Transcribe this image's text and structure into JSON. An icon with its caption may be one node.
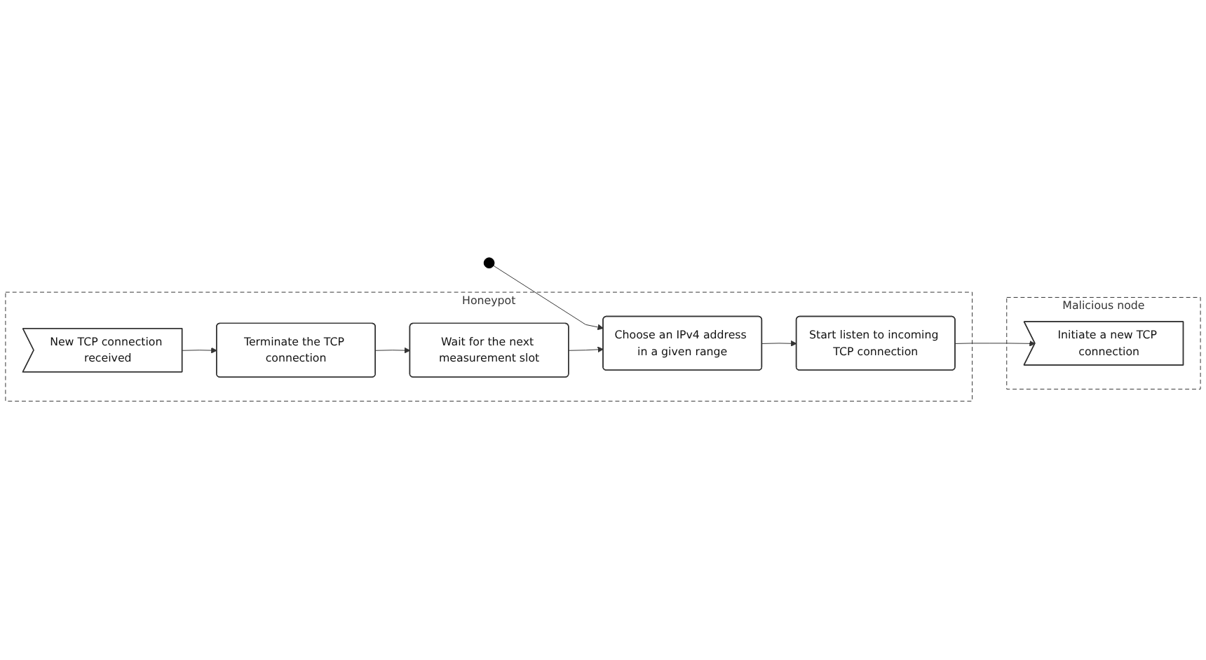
{
  "diagram": {
    "nodes": [
      {
        "text": [
          "Malicious node"
        ]
      },
      {
        "text": [
          "Initiate a new TCP connection"
        ],
        "in": 0
      },
      {
        "text": [
          "Honeypot"
        ]
      },
      {
        "text": [],
        "shape": "circle"
      },
      {
        "text": [
          "Choose an IPv4 address in a given range"
        ],
        "in": 2
      },
      {
        "text": [
          "Start listen to incoming TCP connection"
        ],
        "in": 2
      },
      {
        "text": [
          "New TCP connection received"
        ],
        "in": 2
      },
      {
        "text": [
          "Terminate the TCP connection"
        ],
        "in": 2
      },
      {
        "text": [
          "Wait for the next measurement slot"
        ],
        "in": 2
      }
    ],
    "edges": [
      {
        "from": 3,
        "to": 4,
        "arrow": "to"
      },
      {
        "from": 4,
        "to": 5,
        "arrow": "to"
      },
      {
        "from": 5,
        "to": 1,
        "arrow": "to"
      },
      {
        "from": 6,
        "to": 7,
        "arrow": "to"
      },
      {
        "from": 7,
        "to": 8,
        "arrow": "to"
      },
      {
        "from": 8,
        "to": 4,
        "arrow": "to"
      }
    ]
  }
}
